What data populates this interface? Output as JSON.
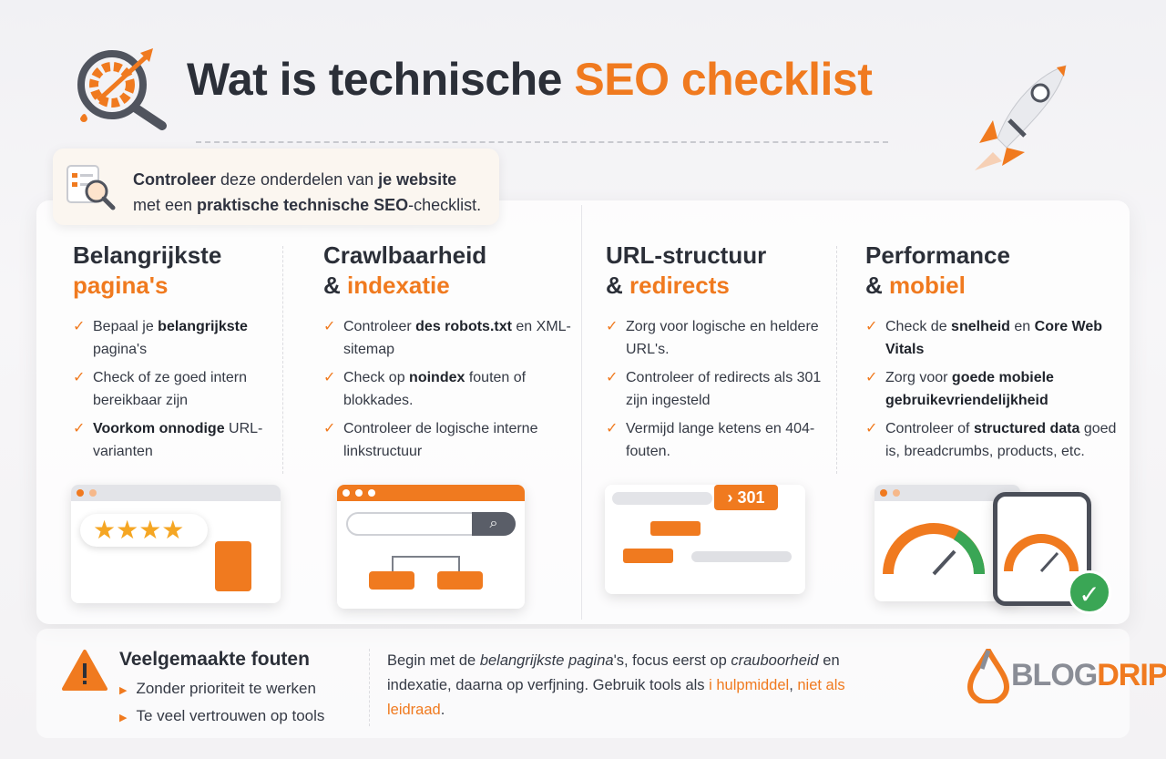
{
  "header": {
    "title_dark": "Wat is technische ",
    "title_accent": "SEO checklist",
    "icon": "gear-magnifier-arrow-icon",
    "rocket_icon": "rocket-icon"
  },
  "intro": {
    "parts": [
      {
        "t": "Controleer",
        "b": true
      },
      {
        "t": " deze onderdelen van ",
        "b": false
      },
      {
        "t": "je website",
        "b": true
      },
      {
        "t": "\nmet een ",
        "b": false
      },
      {
        "t": "praktische technische SEO",
        "b": true
      },
      {
        "t": "-checklist.",
        "b": false
      }
    ],
    "icon": "checklist-magnifier-icon"
  },
  "columns": [
    {
      "title1": "Belangrijkste",
      "amp": "",
      "title2": "pagina's",
      "items": [
        [
          {
            "t": "Bepaal je ",
            "b": false
          },
          {
            "t": "belangrijkste",
            "b": true
          },
          {
            "t": " pagina's",
            "b": false
          }
        ],
        [
          {
            "t": "Check of ze goed intern bereikbaar zijn",
            "b": false
          }
        ],
        [
          {
            "t": "Voorkom onnodige",
            "b": true
          },
          {
            "t": " URL-varianten",
            "b": false
          }
        ]
      ]
    },
    {
      "title1": "Crawlbaarheid",
      "amp": "& ",
      "title2": "indexatie",
      "items": [
        [
          {
            "t": "Controleer ",
            "b": false
          },
          {
            "t": "des robots.txt",
            "b": true
          },
          {
            "t": " en XML-sitemap",
            "b": false
          }
        ],
        [
          {
            "t": "Check op ",
            "b": false
          },
          {
            "t": "noindex",
            "b": true
          },
          {
            "t": " fouten of blokkades.",
            "b": false
          }
        ],
        [
          {
            "t": "Controleer de logische interne linkstructuur",
            "b": false
          }
        ]
      ]
    },
    {
      "title1": "URL-structuur",
      "amp": "& ",
      "title2": "redirects",
      "items": [
        [
          {
            "t": "Zorg voor logische en heldere URL's.",
            "b": false
          }
        ],
        [
          {
            "t": "Controleer of redirects als 301 zijn ingesteld",
            "b": false
          }
        ],
        [
          {
            "t": "Vermijd lange ketens en 404-fouten.",
            "b": false
          }
        ]
      ]
    },
    {
      "title1": "Performance",
      "amp": "& ",
      "title2": "mobiel",
      "items": [
        [
          {
            "t": "Check de ",
            "b": false
          },
          {
            "t": "snelheid",
            "b": true
          },
          {
            "t": " en ",
            "b": false
          },
          {
            "t": "Core Web Vitals",
            "b": true
          }
        ],
        [
          {
            "t": "Zorg voor ",
            "b": false
          },
          {
            "t": "goede mobiele gebruikevriendelijkheid",
            "b": true
          }
        ],
        [
          {
            "t": "Controleer of ",
            "b": false
          },
          {
            "t": "structured data",
            "b": true
          },
          {
            "t": " goed is, breadcrumbs, products, etc.",
            "b": false
          }
        ]
      ]
    }
  ],
  "check_symbol": "✓",
  "illustrations": {
    "stars": "★★★★",
    "redirect_badge": "› 301"
  },
  "mistakes": {
    "title": "Veelgemaakte fouten",
    "items": [
      "Zonder prioriteit te werken",
      "Te veel vertrouwen op tools"
    ],
    "icon": "warning-icon",
    "bullet": "▶"
  },
  "summary": {
    "parts": [
      {
        "t": "Begin met de ",
        "s": ""
      },
      {
        "t": "belangrijkste pagina",
        "s": "i"
      },
      {
        "t": "'s, focus eerst op ",
        "s": ""
      },
      {
        "t": "crauboorheid",
        "s": "i"
      },
      {
        "t": " en indexatie, daarna op verfjning. Gebruik tools als ",
        "s": ""
      },
      {
        "t": "i hulpmiddel",
        "s": "o"
      },
      {
        "t": ", ",
        "s": ""
      },
      {
        "t": "niet als leidraad",
        "s": "o"
      },
      {
        "t": ".",
        "s": ""
      }
    ]
  },
  "brand": {
    "part1": "BLOG",
    "part2": "DRIP",
    "icon": "drop-logo-icon"
  },
  "colors": {
    "accent": "#f07a1f",
    "text": "#2b2f38"
  }
}
